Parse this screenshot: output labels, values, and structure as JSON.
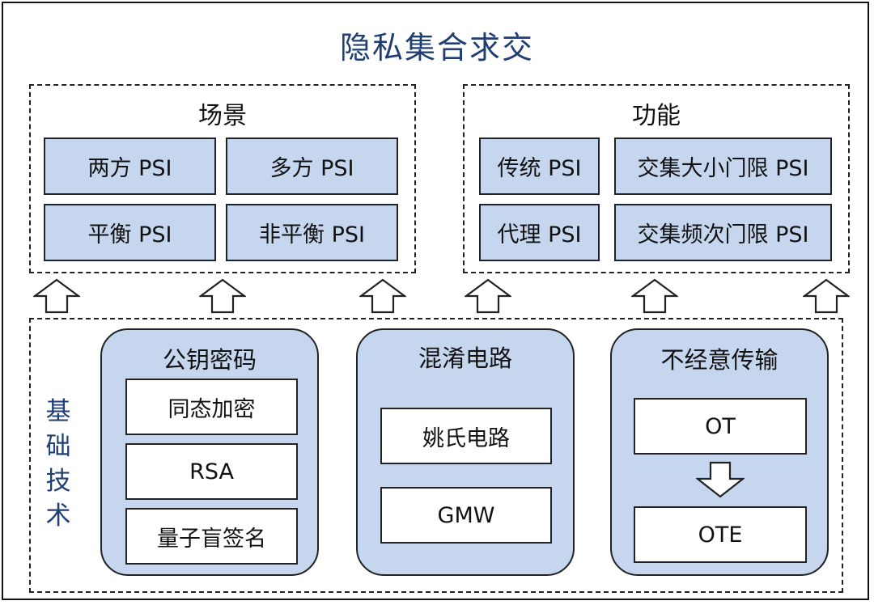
{
  "title": "隐私集合求交",
  "scenario": {
    "title": "场景",
    "items": [
      "两方 PSI",
      "多方 PSI",
      "平衡 PSI",
      "非平衡 PSI"
    ]
  },
  "function": {
    "title": "功能",
    "items": [
      "传统 PSI",
      "交集大小门限 PSI",
      "代理 PSI",
      "交集频次门限 PSI"
    ]
  },
  "foundation": {
    "label": "基础技术",
    "label_lines": [
      "基",
      "础",
      "技",
      "术"
    ],
    "groups": [
      {
        "title": "公钥密码",
        "items": [
          "同态加密",
          "RSA",
          "量子盲签名"
        ]
      },
      {
        "title": "混淆电路",
        "items": [
          "姚氏电路",
          "GMW"
        ]
      },
      {
        "title": "不经意传输",
        "items": [
          "OT",
          "OTE"
        ]
      }
    ]
  },
  "colors": {
    "box_fill": "#c5d6ee",
    "title_color": "#1f3f74",
    "border": "#222222"
  }
}
